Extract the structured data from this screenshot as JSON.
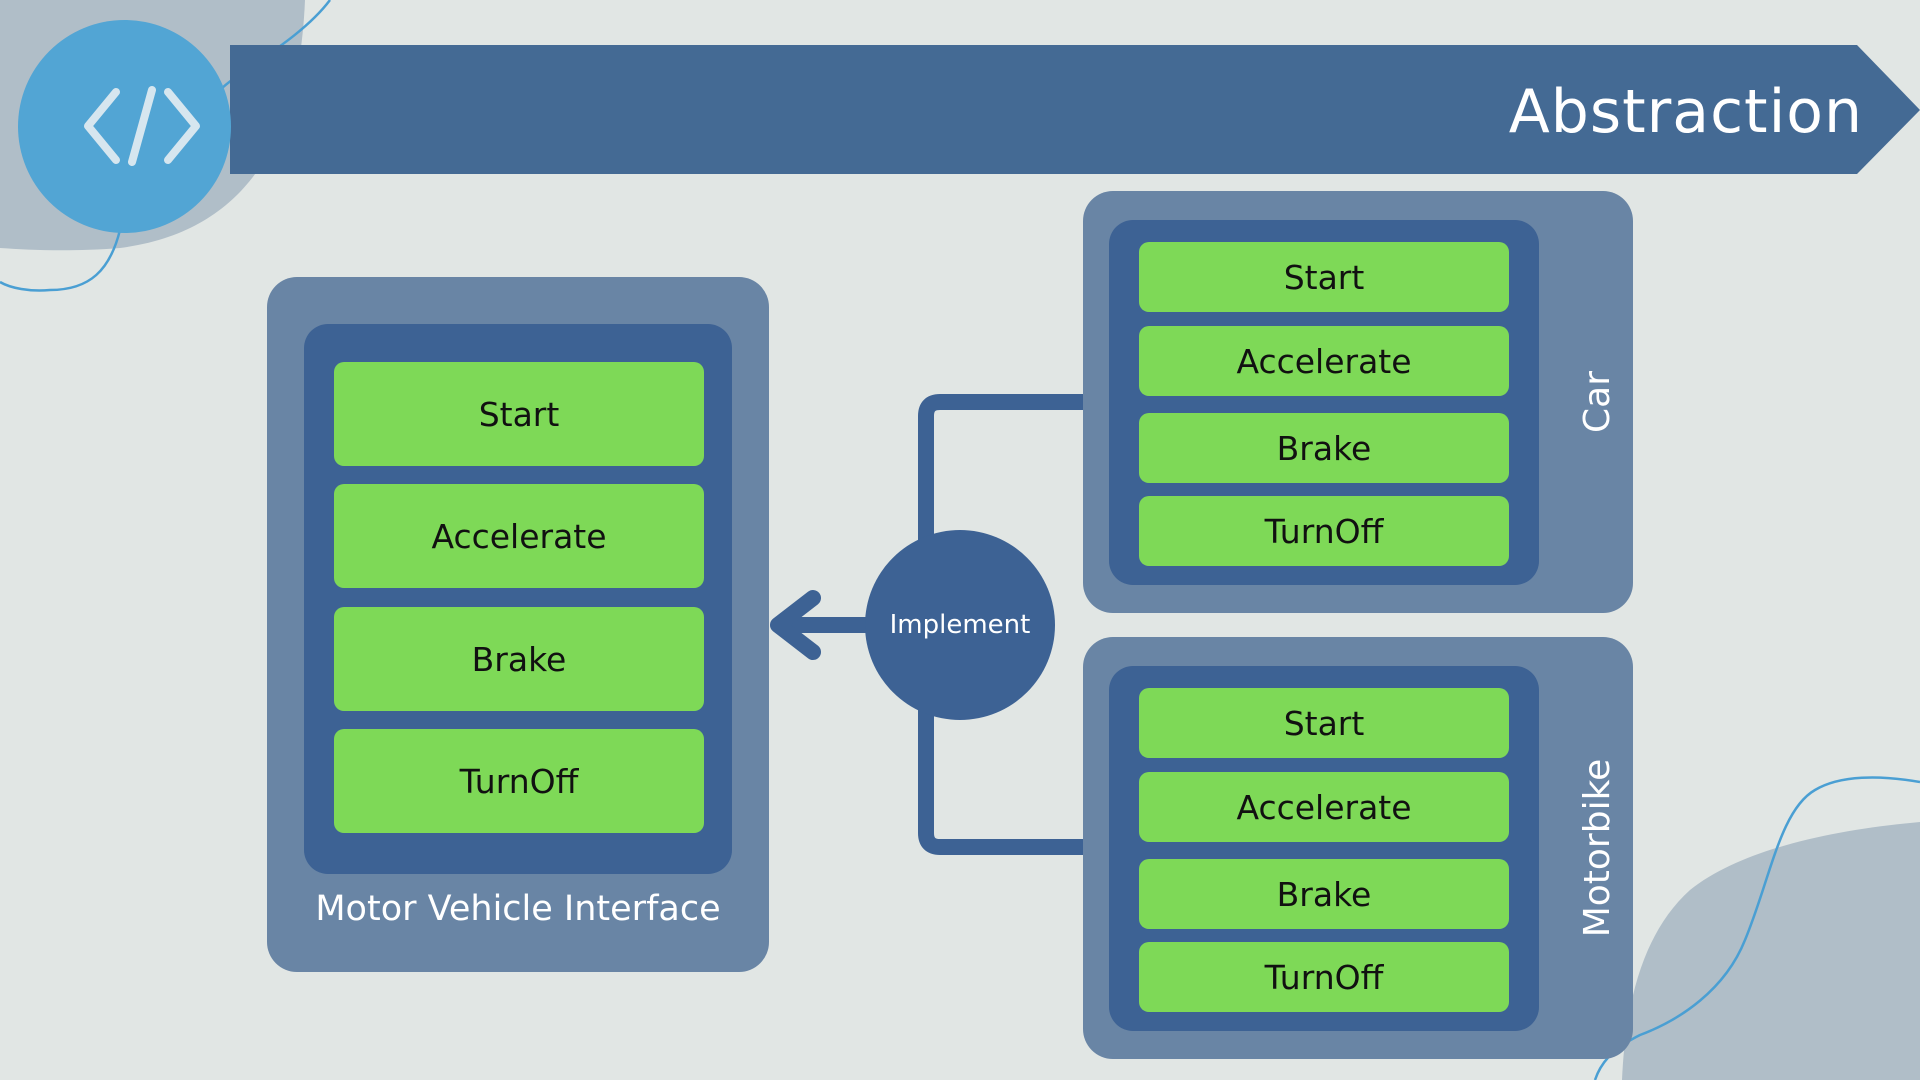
{
  "header": {
    "title": "Abstraction",
    "logo_icon": "code-brackets-icon"
  },
  "colors": {
    "background": "#e1e6e4",
    "banner": "#446a94",
    "logo": "#52a5d4",
    "panel_outer": "#6985a5",
    "panel_inner": "#3d6294",
    "method_fill": "#7ed957",
    "decor_blob": "#b0bec8",
    "decor_line": "#4a9fd3"
  },
  "interface_panel": {
    "label": "Motor Vehicle Interface",
    "methods": [
      "Start",
      "Accelerate",
      "Brake",
      "TurnOff"
    ]
  },
  "connector": {
    "label": "Implement"
  },
  "car_panel": {
    "label": "Car",
    "methods": [
      "Start",
      "Accelerate",
      "Brake",
      "TurnOff"
    ]
  },
  "motorbike_panel": {
    "label": "Motorbike",
    "methods": [
      "Start",
      "Accelerate",
      "Brake",
      "TurnOff"
    ]
  }
}
